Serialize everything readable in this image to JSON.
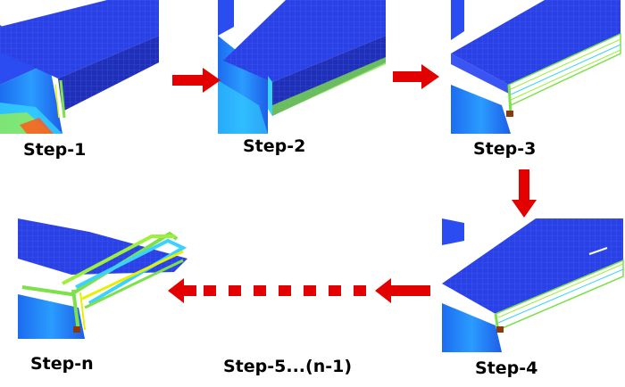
{
  "steps": [
    {
      "label": "Step-1"
    },
    {
      "label": "Step-2"
    },
    {
      "label": "Step-3"
    },
    {
      "label": "Step-4"
    },
    {
      "label": "Step-5...(n-1)"
    },
    {
      "label": "Step-n"
    }
  ],
  "colors": {
    "arrow": "#e30000",
    "body_blue": "#2a41e6",
    "body_dark": "#1f2fb8",
    "mesh": "#4f68ff",
    "stress_cyan": "#2fb9ff",
    "stress_green": "#7ee04a",
    "stress_yellow": "#e6f000",
    "stress_red": "#ff4400"
  }
}
